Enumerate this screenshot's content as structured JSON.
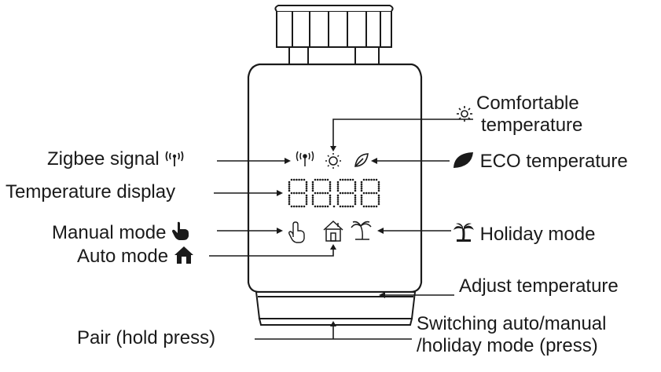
{
  "labels": {
    "comfortable_line1": "Comfortable",
    "comfortable_line2": "temperature",
    "zigbee": "Zigbee signal",
    "eco": "ECO temperature",
    "temp_display": "Temperature display",
    "manual": "Manual mode",
    "holiday": "Holiday mode",
    "auto": "Auto mode",
    "adjust": "Adjust temperature",
    "pair": "Pair (hold press)",
    "switching_line1": "Switching auto/manual",
    "switching_line2": "/holiday mode (press)"
  },
  "display": {
    "digits": "88.88"
  },
  "icons": {
    "zigbee": "antenna-signal-icon",
    "comfort": "sun-icon",
    "eco": "leaf-icon",
    "manual": "hand-pointer-icon",
    "auto": "house-icon",
    "holiday": "palm-tree-icon"
  },
  "colors": {
    "line": "#1a1a1a",
    "body": "#ffffff"
  }
}
